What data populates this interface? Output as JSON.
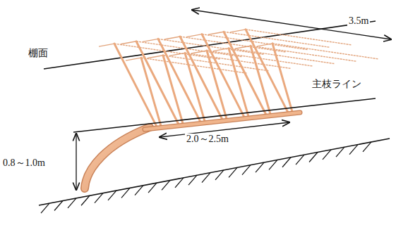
{
  "diagram": {
    "labels": [
      "3.5m",
      "棚面",
      "主枝ライン",
      "2.0～2.5m",
      "0.8～1.0m"
    ]
  }
}
